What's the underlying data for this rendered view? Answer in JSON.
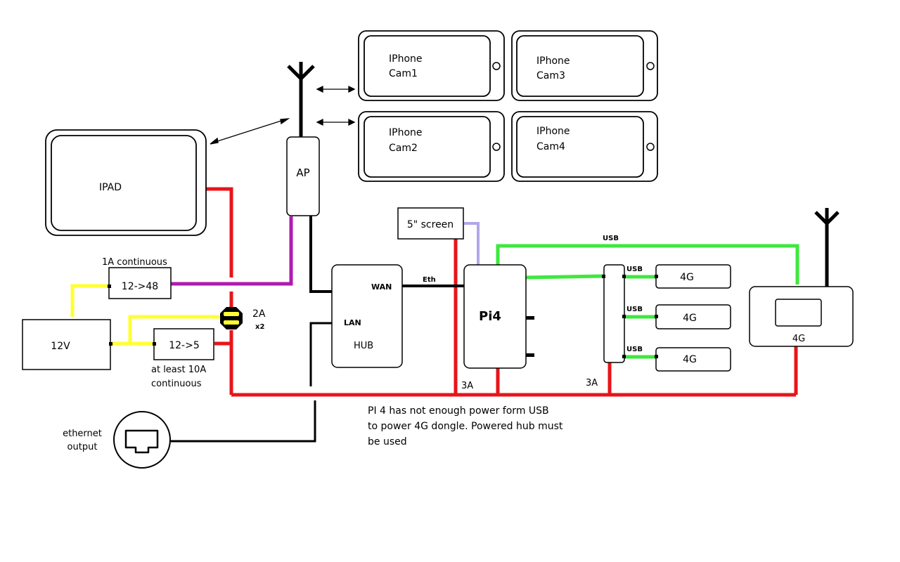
{
  "devices": {
    "cam1": {
      "line1": "IPhone",
      "line2": "Cam1"
    },
    "cam2": {
      "line1": "IPhone",
      "line2": "Cam2"
    },
    "cam3": {
      "line1": "IPhone",
      "line2": "Cam3"
    },
    "cam4": {
      "line1": "IPhone",
      "line2": "Cam4"
    },
    "ipad": "IPAD",
    "ap": "AP",
    "screen": "5\" screen",
    "hub": {
      "title": "HUB",
      "wan": "WAN",
      "lan": "LAN"
    },
    "pi": "Pi4",
    "dongles": [
      "4G",
      "4G",
      "4G"
    ],
    "router": "4G",
    "supply": "12V",
    "conv48": "12->48",
    "conv5": "12->5",
    "ethernet_out": {
      "line1": "ethernet",
      "line2": "output"
    }
  },
  "labels": {
    "conv48_rating": "1A continuous",
    "conv5_rating_1": "at least 10A",
    "conv5_rating_2": "continuous",
    "fuse_rating": "2A",
    "fuse_count": "x2",
    "eth": "Eth",
    "usb_top": "USB",
    "usb_ports": [
      "USB",
      "USB",
      "USB"
    ],
    "amp_pi": "3A",
    "amp_hub": "3A"
  },
  "note": {
    "line1": "PI 4 has not enough power form USB",
    "line2": "to power 4G dongle. Powered hub must",
    "line3": "be used"
  },
  "colors": {
    "power_red": "#e8141a",
    "power_12v_yellow": "#ffff33",
    "power_48v_purple": "#b01ab0",
    "usb_green": "#3ee83e",
    "hdmi_lavender": "#b0a8e8",
    "cable_black": "#000000"
  }
}
